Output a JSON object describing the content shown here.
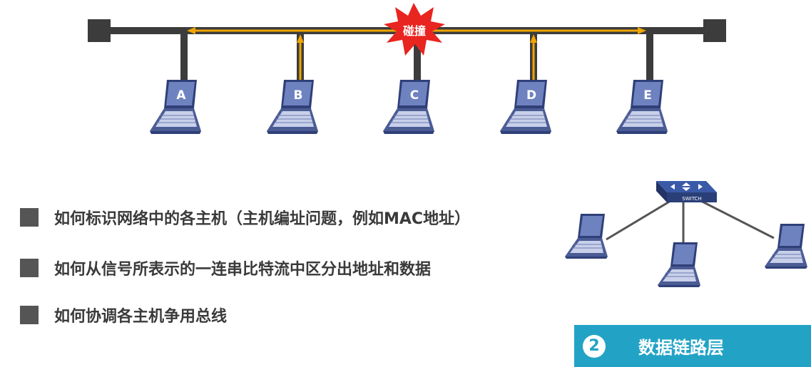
{
  "bus": {
    "collision_label": "碰撞",
    "hosts": [
      "A",
      "B",
      "C",
      "D",
      "E"
    ]
  },
  "bullets": [
    "如何标识网络中的各主机（主机编址问题，例如MAC地址）",
    "如何从信号所表示的一连串比特流中区分出地址和数据",
    "如何协调各主机争用总线"
  ],
  "switch": {
    "label": "SWITCH"
  },
  "chapter": {
    "number": "2",
    "title": "数据链路层"
  },
  "colors": {
    "bus": "#3c3c3c",
    "signal": "#f0a500",
    "collision": "#e8251f",
    "laptop": "#5d6fa8",
    "accent": "#22a3c6"
  }
}
